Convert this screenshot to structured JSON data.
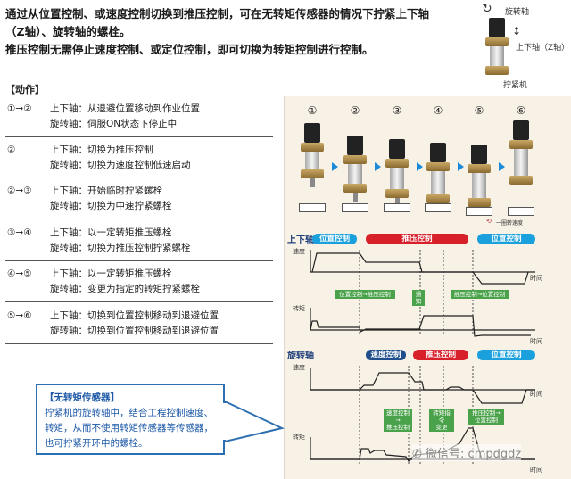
{
  "intro": {
    "line1": "通过从位置控制、或速度控制切换到推压控制，可在无转矩传感器的情况下拧紧上下轴",
    "line2": "（Z轴）、旋转轴的螺栓。",
    "line3": "推压控制无需停止速度控制、或定位控制，即可切换为转矩控制进行控制。"
  },
  "tightener": {
    "rot_label": "旋转轴",
    "z_label": "上下轴（Z轴）",
    "machine_label": "拧紧机"
  },
  "section_title": "【动作】",
  "rows": [
    {
      "step": "①→②",
      "l1": "上下轴：从退避位置移动到作业位置",
      "l2": "旋转轴：伺服ON状态下停止中"
    },
    {
      "step": "②",
      "l1": "上下轴：切换为推压控制",
      "l2": "旋转轴：切换为速度控制低速启动"
    },
    {
      "step": "②→③",
      "l1": "上下轴：开始临时拧紧螺栓",
      "l2": "旋转轴：切换为中速拧紧螺栓"
    },
    {
      "step": "③→④",
      "l1": "上下轴：以一定转矩推压螺栓",
      "l2": "旋转轴：切换为推压控制拧紧螺栓"
    },
    {
      "step": "④→⑤",
      "l1": "上下轴：以一定转矩推压螺栓",
      "l2": "旋转轴：变更为指定的转矩拧紧螺栓"
    },
    {
      "step": "⑤→⑥",
      "l1": "上下轴：切换到位置控制移动到退避位置",
      "l2": "旋转轴：切换到位置控制移动到退避位置"
    }
  ],
  "steps": [
    "①",
    "②",
    "③",
    "④",
    "⑤",
    "⑥"
  ],
  "legend_rot": "一圈转速度",
  "upper": {
    "axis": "上下轴",
    "modes": [
      "位置控制",
      "推压控制",
      "位置控制"
    ],
    "speed": "速度",
    "torque": "转矩",
    "time": "时间",
    "notes": [
      "位置控制→推压控制",
      "通知",
      "推压控制→位置控制"
    ]
  },
  "lower": {
    "axis": "旋转轴",
    "modes": [
      "速度控制",
      "推压控制",
      "位置控制"
    ],
    "speed": "速度",
    "torque": "转矩",
    "time": "时间",
    "notes": [
      "速度控制→\n推压控制",
      "转矩指令\n变更",
      "推压控制→\n位置控制"
    ]
  },
  "callout": {
    "title": "【无转矩传感器】",
    "body": "拧紧机的旋转轴中，结合工程控制速度、转矩，从而不使用转矩传感器等传感器，也可拧紧开环中的螺栓。"
  },
  "watermark": "微信号: cmpdgdz"
}
